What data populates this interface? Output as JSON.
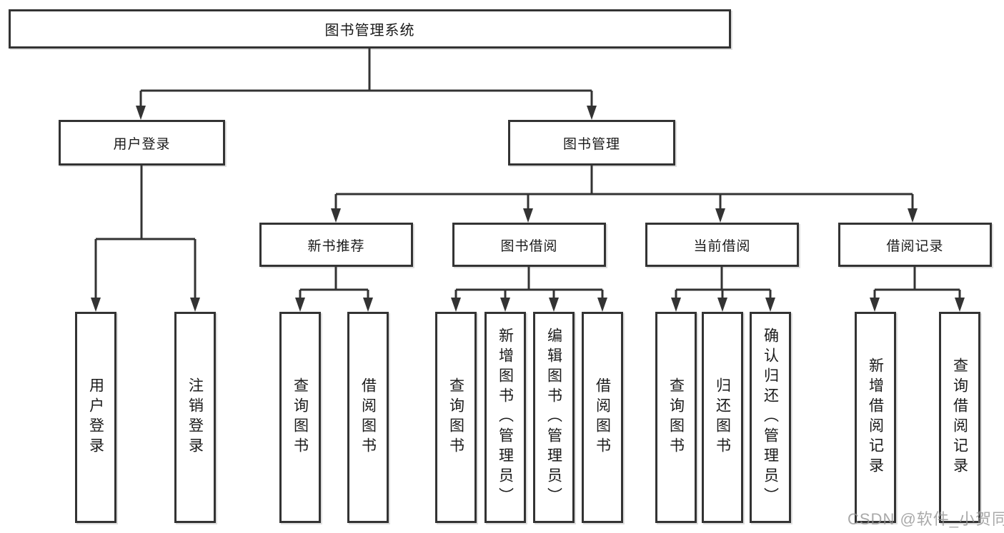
{
  "diagram": {
    "title": "图书管理系统",
    "level2": [
      {
        "label": "用户登录"
      },
      {
        "label": "图书管理"
      }
    ],
    "level3": [
      {
        "label": "新书推荐"
      },
      {
        "label": "图书借阅"
      },
      {
        "label": "当前借阅"
      },
      {
        "label": "借阅记录"
      }
    ],
    "leaves": [
      {
        "label": "用户登录"
      },
      {
        "label": "注销登录"
      },
      {
        "label": "查询图书"
      },
      {
        "label": "借阅图书"
      },
      {
        "label": "查询图书"
      },
      {
        "label": "新增图书（管理员）"
      },
      {
        "label": "编辑图书（管理员）"
      },
      {
        "label": "借阅图书"
      },
      {
        "label": "查询图书"
      },
      {
        "label": "归还图书"
      },
      {
        "label": "确认归还（管理员）"
      },
      {
        "label": "新增借阅记录"
      },
      {
        "label": "查询借阅记录"
      }
    ],
    "colors": {
      "line": "#333333",
      "text": "#1a1a1a",
      "background": "#ffffff",
      "watermark": "#949494"
    }
  },
  "watermark": {
    "text": "CSDN @软件_小贺同学"
  }
}
